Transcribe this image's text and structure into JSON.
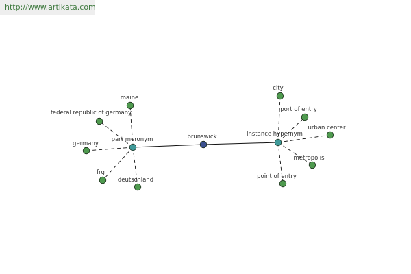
{
  "header": {
    "url": "http://www.artikata.com"
  },
  "colors": {
    "leaf_node": "#4f9a4f",
    "relation_node": "#3f9a99",
    "center_node": "#3a4f8f",
    "edge": "#111111"
  },
  "graph": {
    "center": {
      "id": "brunswick",
      "label": "brunswick"
    },
    "relations": [
      {
        "id": "part_meronym",
        "label": "part meronym",
        "children": [
          "maine",
          "federal republic of germany",
          "germany",
          "frg",
          "deutschland"
        ]
      },
      {
        "id": "instance_hypernym",
        "label": "instance hypernym",
        "children": [
          "city",
          "port of entry",
          "urban center",
          "metropolis",
          "point of entry"
        ]
      }
    ]
  }
}
